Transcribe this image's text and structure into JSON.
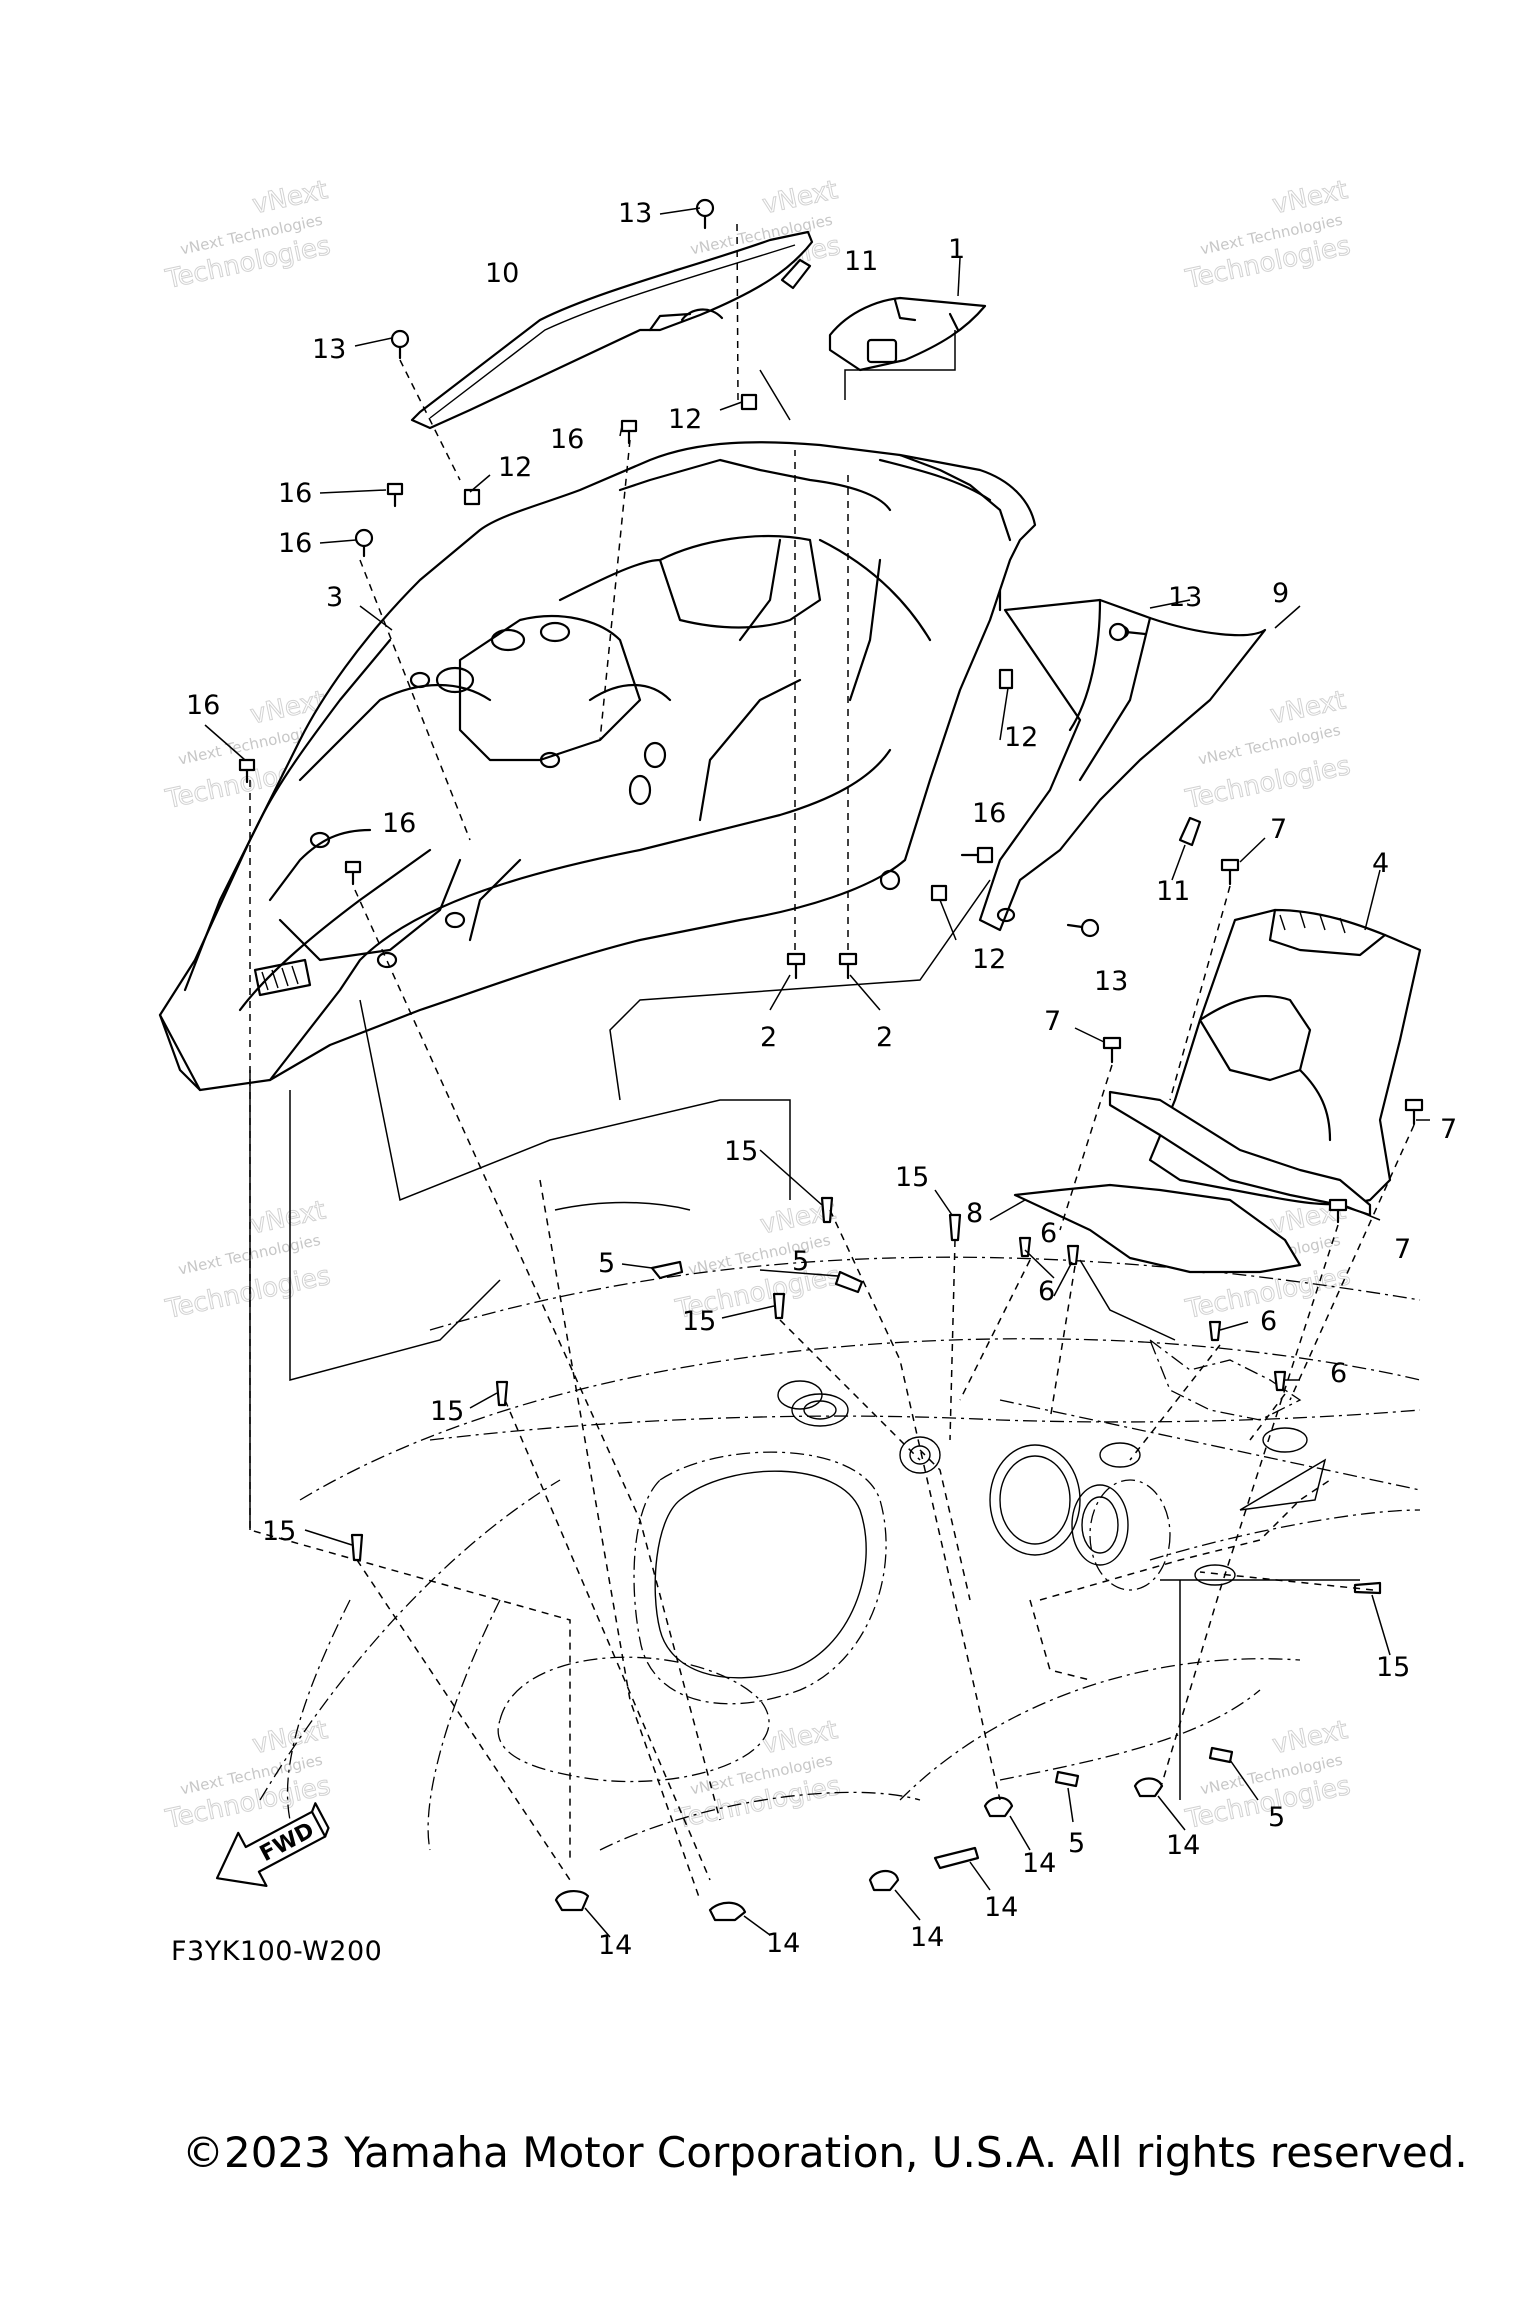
{
  "callouts": {
    "c1": "1",
    "c2a": "2",
    "c2b": "2",
    "c3": "3",
    "c4": "4",
    "c5a": "5",
    "c5b": "5",
    "c5c": "5",
    "c5d": "5",
    "c6a": "6",
    "c6b": "6",
    "c6c": "6",
    "c6d": "6",
    "c7a": "7",
    "c7b": "7",
    "c7c": "7",
    "c7d": "7",
    "c8": "8",
    "c9": "9",
    "c10": "10",
    "c11a": "11",
    "c11b": "11",
    "c12a": "12",
    "c12b": "12",
    "c12c": "12",
    "c12d": "12",
    "c13a": "13",
    "c13b": "13",
    "c13c": "13",
    "c13d": "13",
    "c14a": "14",
    "c14b": "14",
    "c14c": "14",
    "c14d": "14",
    "c14e": "14",
    "c14f": "14",
    "c15a": "15",
    "c15b": "15",
    "c15c": "15",
    "c15d": "15",
    "c15e": "15",
    "c15f": "15",
    "c16a": "16",
    "c16b": "16",
    "c16c": "16",
    "c16d": "16",
    "c16e": "16",
    "c16f": "16"
  },
  "watermark": {
    "line1": "vNext Technologies",
    "line2": "Technologies",
    "line3": "vNext"
  },
  "fwd_label": "FWD",
  "drawing_code": "F3YK100-W200",
  "copyright": "©2023 Yamaha Motor Corporation, U.S.A. All rights reserved."
}
